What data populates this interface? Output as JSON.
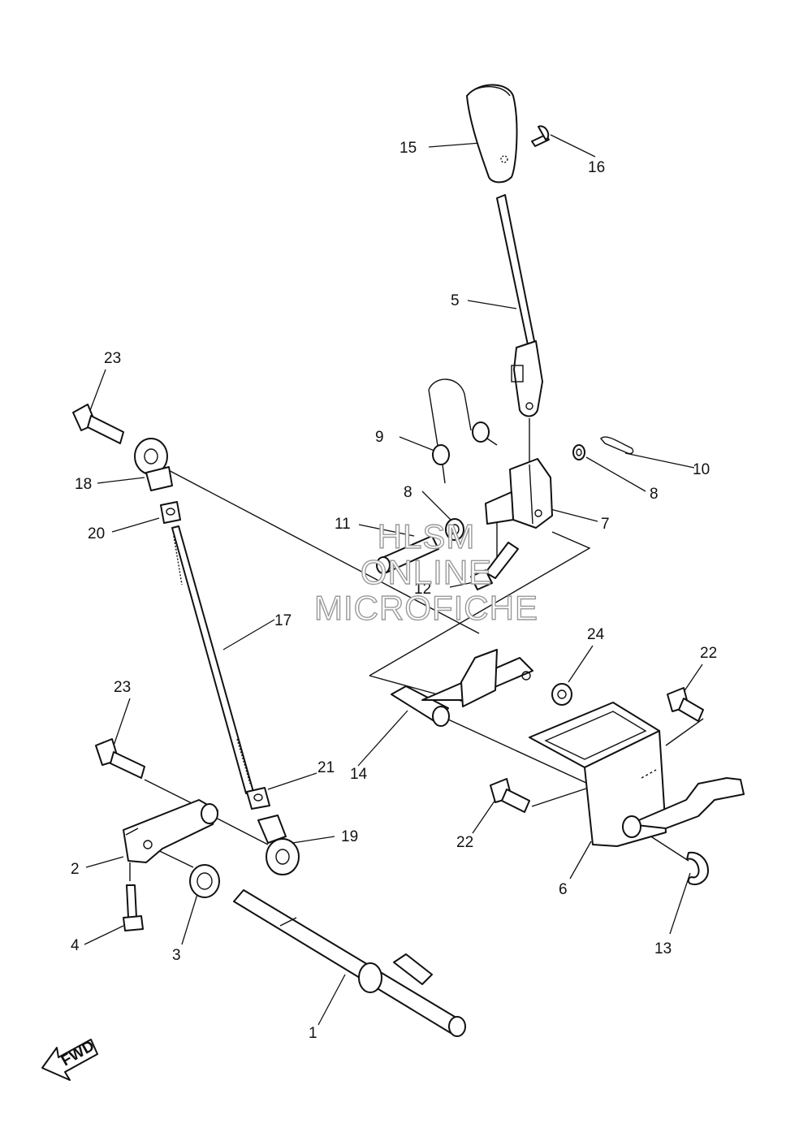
{
  "watermark": {
    "lines": [
      "HLSM",
      "ONLINE",
      "MICROFICHE"
    ]
  },
  "fwd_label": "FWD",
  "callouts": [
    {
      "id": "c1",
      "label": "1"
    },
    {
      "id": "c2",
      "label": "2"
    },
    {
      "id": "c3",
      "label": "3"
    },
    {
      "id": "c4",
      "label": "4"
    },
    {
      "id": "c5",
      "label": "5"
    },
    {
      "id": "c6",
      "label": "6"
    },
    {
      "id": "c7",
      "label": "7"
    },
    {
      "id": "c8a",
      "label": "8"
    },
    {
      "id": "c8b",
      "label": "8"
    },
    {
      "id": "c9",
      "label": "9"
    },
    {
      "id": "c10",
      "label": "10"
    },
    {
      "id": "c11",
      "label": "11"
    },
    {
      "id": "c12",
      "label": "12"
    },
    {
      "id": "c13",
      "label": "13"
    },
    {
      "id": "c14",
      "label": "14"
    },
    {
      "id": "c15",
      "label": "15"
    },
    {
      "id": "c16",
      "label": "16"
    },
    {
      "id": "c17",
      "label": "17"
    },
    {
      "id": "c18",
      "label": "18"
    },
    {
      "id": "c19",
      "label": "19"
    },
    {
      "id": "c20",
      "label": "20"
    },
    {
      "id": "c21",
      "label": "21"
    },
    {
      "id": "c22a",
      "label": "22"
    },
    {
      "id": "c22b",
      "label": "22"
    },
    {
      "id": "c23a",
      "label": "23"
    },
    {
      "id": "c23b",
      "label": "23"
    },
    {
      "id": "c24",
      "label": "24"
    }
  ]
}
